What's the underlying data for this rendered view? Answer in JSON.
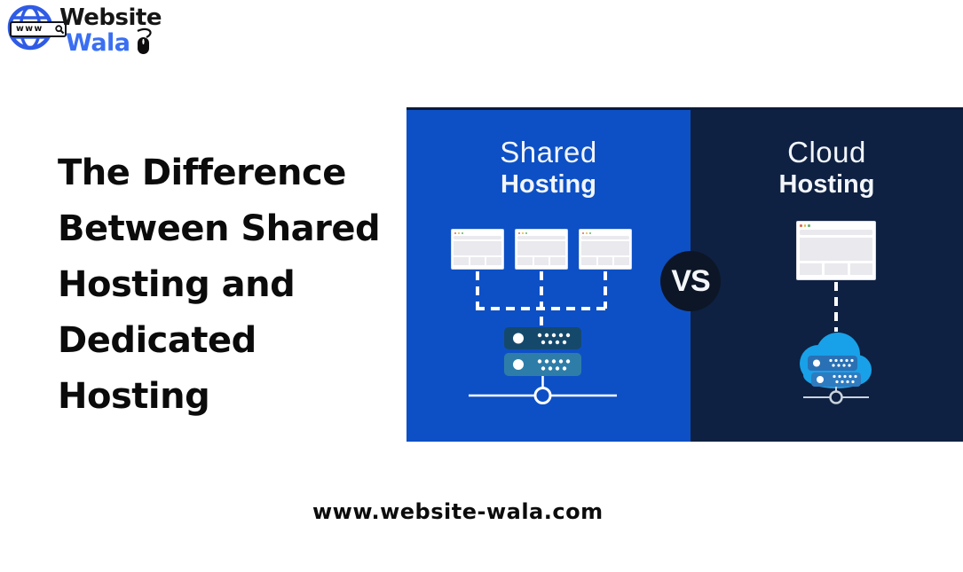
{
  "logo": {
    "brand_line1": "Website",
    "brand_line2": "Wala",
    "search_text": "www",
    "colors": {
      "globe": "#2f5be5",
      "brand_line1": "#161616",
      "brand_line2": "#3a6ff2"
    }
  },
  "headline": {
    "lines": [
      "The Difference",
      "Between Shared",
      "Hosting and",
      "Dedicated",
      "Hosting"
    ],
    "color": "#0b0b0b"
  },
  "comparison": {
    "vs_label": "VS",
    "left_panel": {
      "title": "Shared",
      "subtitle": "Hosting",
      "background": "#0d50c5",
      "client_windows": 3
    },
    "right_panel": {
      "title": "Cloud",
      "subtitle": "Hosting",
      "background": "#0e2142",
      "client_windows": 1
    },
    "colors": {
      "vs_badge": "#0d1626",
      "top_strip": "#0c1b38",
      "server_rack_dark": "#15496b",
      "server_rack_teal": "#2e7da9",
      "cloud": "#18a1e8",
      "cloud_rack": "#2a70b4",
      "connector_left": "#ffffff",
      "connector_right": "#c9d2dd"
    }
  },
  "footer": {
    "url": "www.website-wala.com"
  }
}
